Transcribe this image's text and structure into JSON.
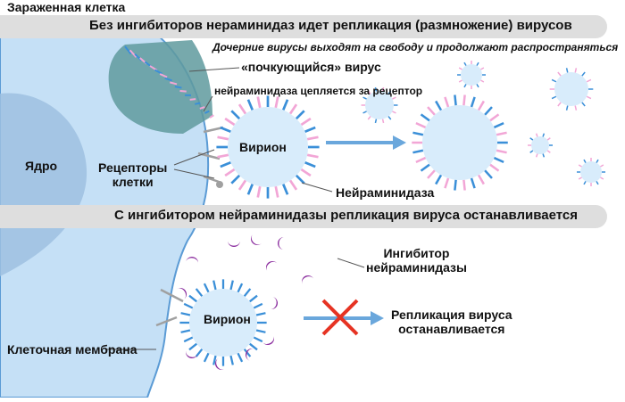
{
  "labels": {
    "infected_cell": "Зараженная клетка",
    "banner_top": "Без ингибиторов нераминидаз идет репликация (размножение) вирусов",
    "daughter_viruses": "Дочерние вирусы выходят на свободу и продолжают распространяться",
    "budding_virus": "«почкующийся» вирус",
    "neuraminidase_hooks": "нейраминидаза цепляется за рецептор",
    "virion_top": "Вирион",
    "nucleus": "Ядро",
    "cell_receptors": "Рецепторы\nклетки",
    "neuraminidase": "Нейраминидаза",
    "banner_bottom": "С ингибитором нейраминидазы репликация вируса останавливается",
    "inhibitor": "Ингибитор\nнейраминидазы",
    "virion_bottom": "Вирион",
    "replication_stops": "Репликация вируса\nостанавливается",
    "cell_membrane": "Клеточная мембрана"
  },
  "colors": {
    "cell_fill": "#c5e0f6",
    "cell_stroke": "#5b9bd5",
    "nucleus": "#9dbfe0",
    "budding_fill": "#5f9a9e",
    "virus_fill": "#d8ecfb",
    "spike_blue": "#3a8fd8",
    "spike_pink": "#f2a6d6",
    "inhibitor": "#8a2c9e",
    "arrow": "#6aa7dc",
    "cross": "#e63323",
    "banner": "#dedede",
    "receptor": "#a0a0a0"
  }
}
